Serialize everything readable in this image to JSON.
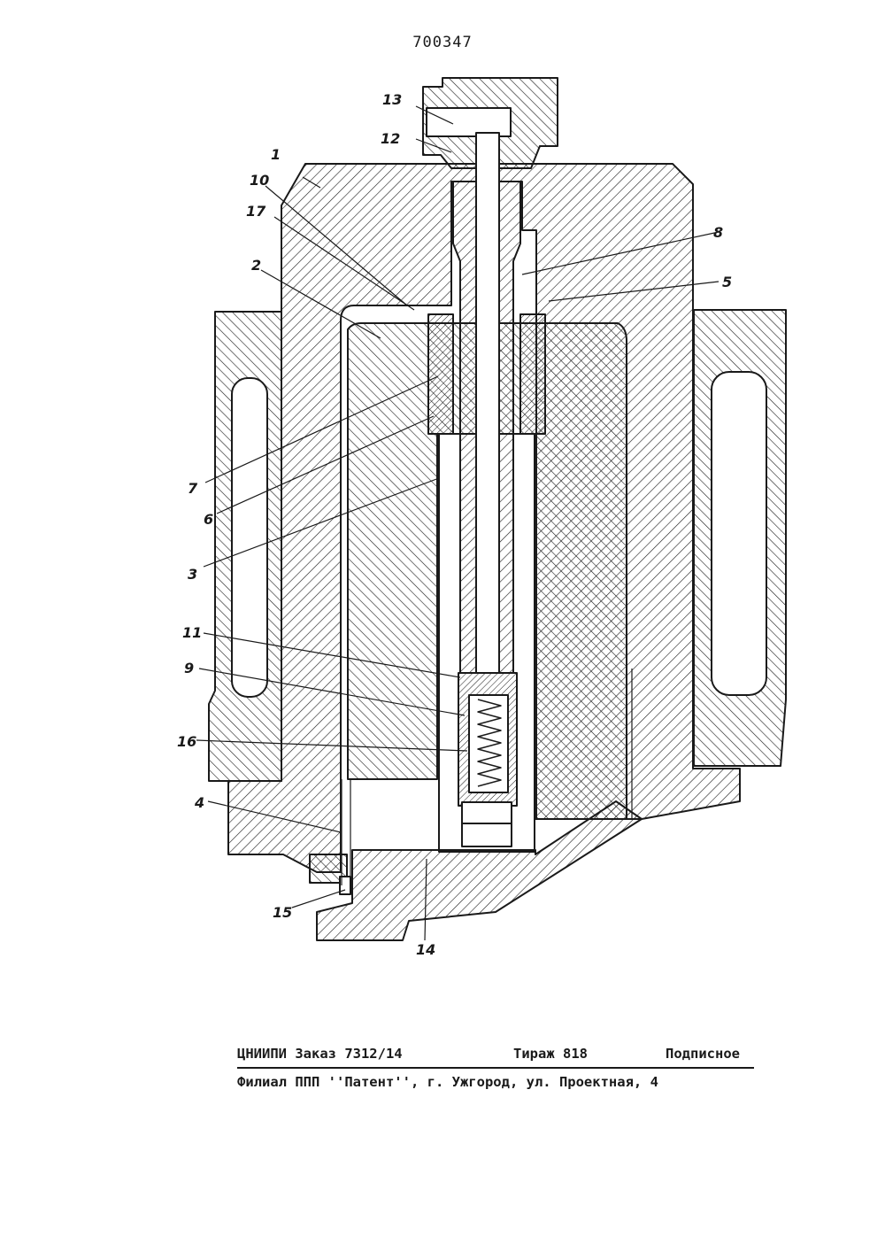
{
  "document": {
    "patent_number": "700347"
  },
  "labels": [
    {
      "id": "1",
      "text": "1"
    },
    {
      "id": "2",
      "text": "2"
    },
    {
      "id": "3",
      "text": "3"
    },
    {
      "id": "4",
      "text": "4"
    },
    {
      "id": "5",
      "text": "5"
    },
    {
      "id": "6",
      "text": "6"
    },
    {
      "id": "7",
      "text": "7"
    },
    {
      "id": "8",
      "text": "8"
    },
    {
      "id": "9",
      "text": "9"
    },
    {
      "id": "10",
      "text": "10"
    },
    {
      "id": "11",
      "text": "11"
    },
    {
      "id": "12",
      "text": "12"
    },
    {
      "id": "13",
      "text": "13"
    },
    {
      "id": "14",
      "text": "14"
    },
    {
      "id": "15",
      "text": "15"
    },
    {
      "id": "16",
      "text": "16"
    },
    {
      "id": "17",
      "text": "17"
    }
  ],
  "footer": {
    "org_order": "ЦНИИПИ Заказ 7312/14",
    "circulation": "Тираж 818",
    "subscription": "Подписное",
    "branch": "Филиал ППП ''Патент'', г. Ужгород, ул. Проектная, 4"
  }
}
